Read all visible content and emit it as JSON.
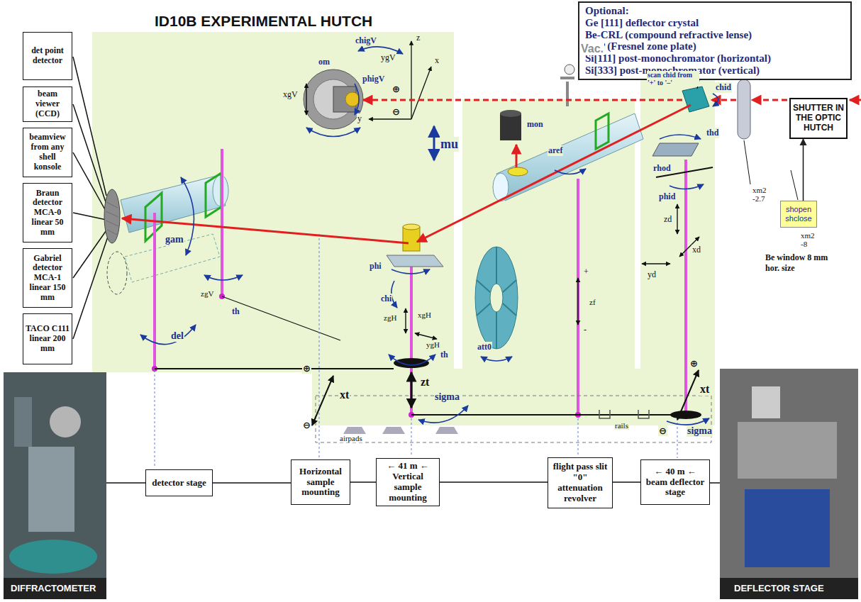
{
  "diagram": {
    "title": "ID10B EXPERIMENTAL HUTCH",
    "nodes": [
      {
        "text": [
          "det point detector"
        ]
      },
      {
        "text": [
          "beam viewer (CCD)"
        ]
      },
      {
        "text": [
          "beamview from any shell konsole"
        ]
      },
      {
        "text": [
          "Braun detector MCA-0 linear 50 mm"
        ]
      },
      {
        "text": [
          "Gabriel detector MCA-1 linear 150 mm"
        ]
      },
      {
        "text": [
          "TACO C111 linear 200 mm"
        ]
      },
      {
        "text": [
          "Optional:",
          "Ge [111] deflector crystal",
          "Be-CRL (compound refractive lense)",
          "FZP (Fresnel zone plate)",
          "Si[111] post-monochromator (horizontal)",
          "Si[333] post-monochromator (vertical)"
        ]
      },
      {
        "text": [
          "SHUTTER IN THE OPTIC HUTCH"
        ]
      },
      {
        "text": [
          "shopen shclose"
        ]
      },
      {
        "text": [
          "detector stage"
        ]
      },
      {
        "text": [
          "Horizontal sample mounting"
        ]
      },
      {
        "text": [
          "← 41 m ← Vertical sample mounting"
        ]
      },
      {
        "text": [
          "flight pass slit \"0\" attenuation revolver"
        ]
      },
      {
        "text": [
          "← 40 m ← beam deflector stage"
        ]
      }
    ],
    "edges": [
      {
        "from": 8,
        "to": 7,
        "arrow": "to"
      },
      {
        "from": 9,
        "to": 10,
        "arrow": "none"
      },
      {
        "from": 10,
        "to": 11,
        "arrow": "none"
      },
      {
        "from": 11,
        "to": 12,
        "arrow": "none"
      },
      {
        "from": 12,
        "to": 13,
        "arrow": "none"
      }
    ],
    "labels": [
      "chigV",
      "ygV",
      "phigV",
      "⊕",
      "⊖",
      "om",
      "xgV",
      "z",
      "x",
      "y",
      "mu",
      "mon",
      "Vac.",
      "aref",
      "scan chid from '+' to '–'",
      "chid",
      "thd",
      "rhod",
      "phid",
      "zd",
      "xd",
      "yd",
      "xm2 -2.7",
      "xm2 -8",
      "Be window 8 mm hor. size",
      "gam",
      "del",
      "th",
      "zgV",
      "phi",
      "chi",
      "zgH",
      "xgH",
      "ygH",
      "th",
      "att0",
      "zf",
      "+",
      "-",
      "zt",
      "xt",
      "⊕",
      "⊖",
      "sigma",
      "xt",
      "⊕",
      "⊖",
      "sigma",
      "airpads",
      "rails",
      "DIFFRACTOMETER",
      "DEFLECTOR STAGE"
    ]
  }
}
